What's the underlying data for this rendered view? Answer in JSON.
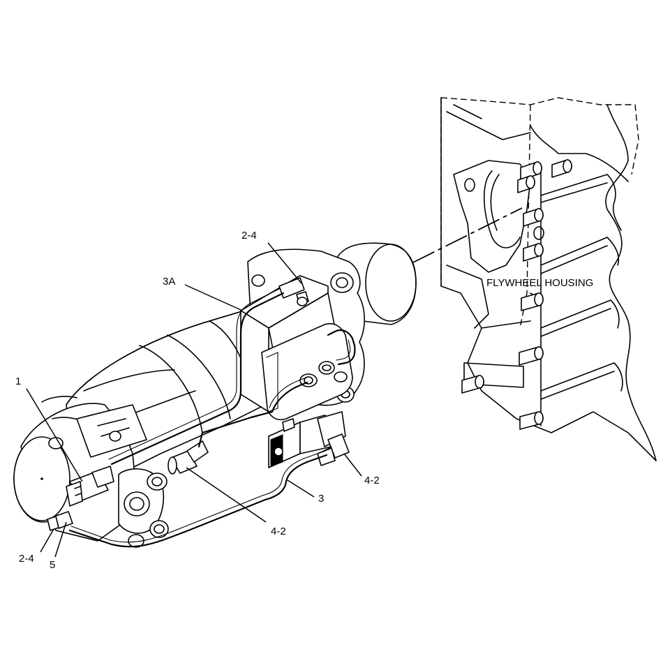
{
  "labels": {
    "callout_1": "1",
    "callout_2_4_top": "2-4",
    "callout_3a": "3A",
    "callout_2_4_bottom": "2-4",
    "callout_5": "5",
    "callout_4_2_center": "4-2",
    "callout_3": "3",
    "callout_4_2_right": "4-2",
    "flywheel_housing": "FLYWHEEL HOUSING"
  }
}
